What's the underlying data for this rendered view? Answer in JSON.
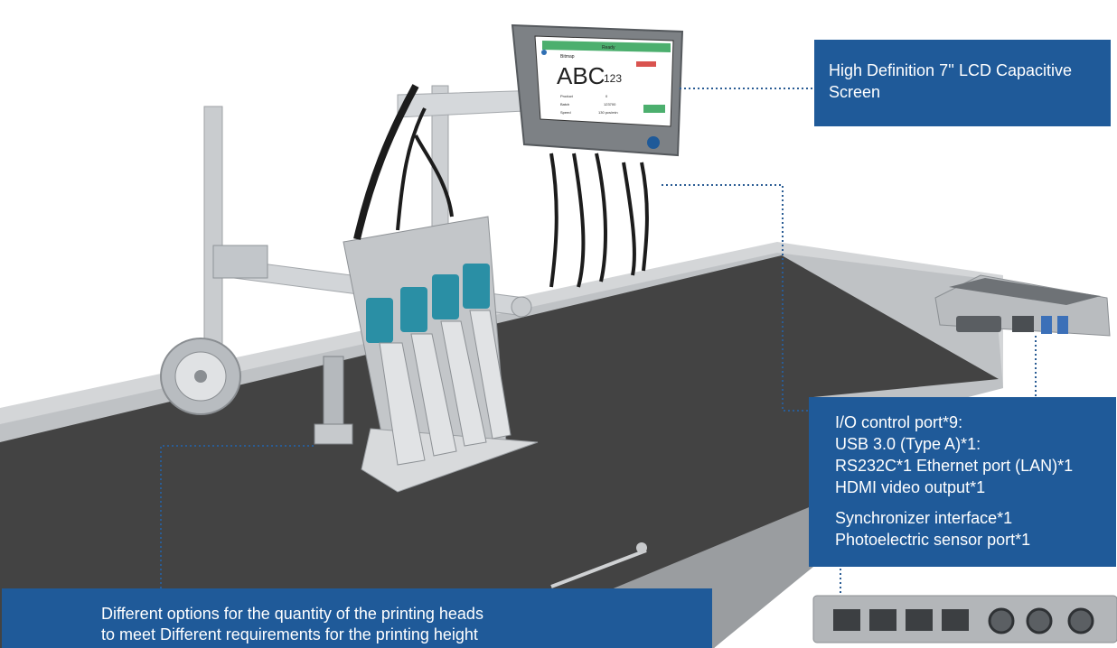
{
  "callouts": {
    "screen": {
      "lines": [
        "High Definition 7'' LCD Capacitive",
        "Screen"
      ]
    },
    "ports": {
      "lines": [
        "I/O control port*9:",
        "USB 3.0 (Type A)*1:",
        "RS232C*1  Ethernet port (LAN)*1",
        "HDMI video output*1",
        "Synchronizer interface*1",
        "Photoelectric sensor port*1"
      ]
    },
    "heads": {
      "lines": [
        "Different options for the quantity of the printing heads",
        "to meet Different requirements for the printing height"
      ]
    }
  },
  "lcd": {
    "status": "Ready",
    "name": "Bitmap",
    "big_text": "ABC",
    "small_text": "123",
    "rows": [
      {
        "label": "Product",
        "value": "0"
      },
      {
        "label": "Batch",
        "value": "123700"
      },
      {
        "label": "Speed",
        "value": "130 pcs/min"
      }
    ]
  },
  "colors": {
    "callout_blue": "#1f5a99",
    "belt": "#434343",
    "lcd_header": "#4caf6e",
    "dotted_line": "#2a5c94"
  }
}
